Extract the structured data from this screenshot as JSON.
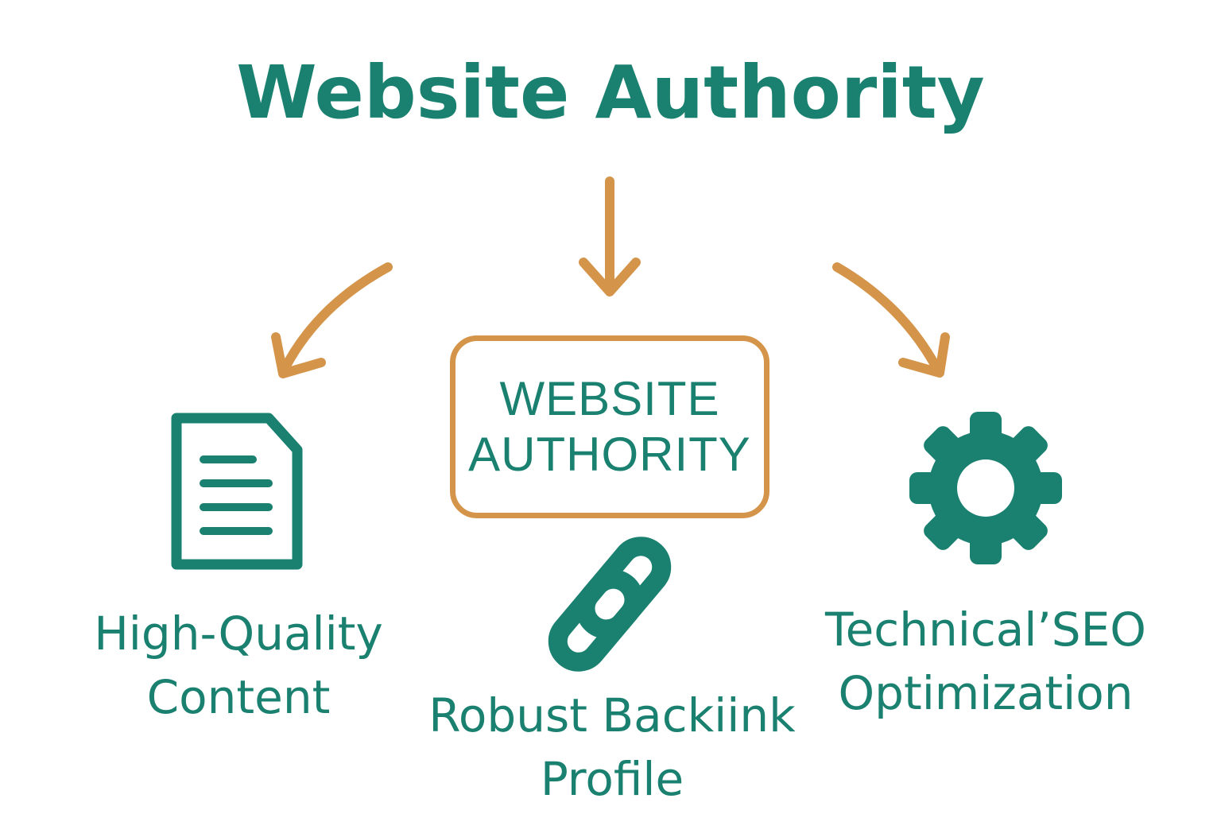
{
  "title": "Website Authority",
  "center_box": {
    "line1": "WEBSITE",
    "line2": "AUTHORITY"
  },
  "pillars": [
    {
      "icon": "document-icon",
      "line1": "High-Quality",
      "line2": "Content"
    },
    {
      "icon": "link-icon",
      "line1": "Robust Backiink",
      "line2": "Profile"
    },
    {
      "icon": "gear-icon",
      "line1": "Technical’SEO",
      "line2": "Optimization"
    }
  ],
  "colors": {
    "teal": "#1a8070",
    "arrow_orange": "#d4944a",
    "background": "#ffffff"
  }
}
